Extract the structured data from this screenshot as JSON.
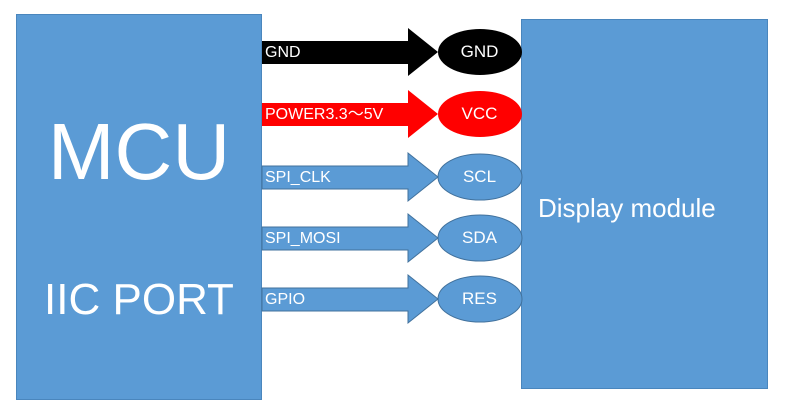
{
  "mcu": {
    "title": "MCU",
    "port": "IIC PORT"
  },
  "display": {
    "label": "Display module"
  },
  "connections": [
    {
      "signal": "GND",
      "pin": "GND",
      "color": "#000000",
      "pin_text_color": "#ffffff"
    },
    {
      "signal": "POWER3.3～5V",
      "pin": "VCC",
      "color": "#ff0000",
      "pin_text_color": "#ffffff"
    },
    {
      "signal": "SPI_CLK",
      "pin": "SCL",
      "color": "#5b9bd5",
      "pin_text_color": "#ffffff"
    },
    {
      "signal": "SPI_MOSI",
      "pin": "SDA",
      "color": "#5b9bd5",
      "pin_text_color": "#ffffff"
    },
    {
      "signal": "GPIO",
      "pin": "RES",
      "color": "#5b9bd5",
      "pin_text_color": "#ffffff"
    }
  ],
  "colors": {
    "box_fill": "#5b9bd5",
    "box_border": "#4a86bd",
    "arrow_border": "#41719c"
  }
}
